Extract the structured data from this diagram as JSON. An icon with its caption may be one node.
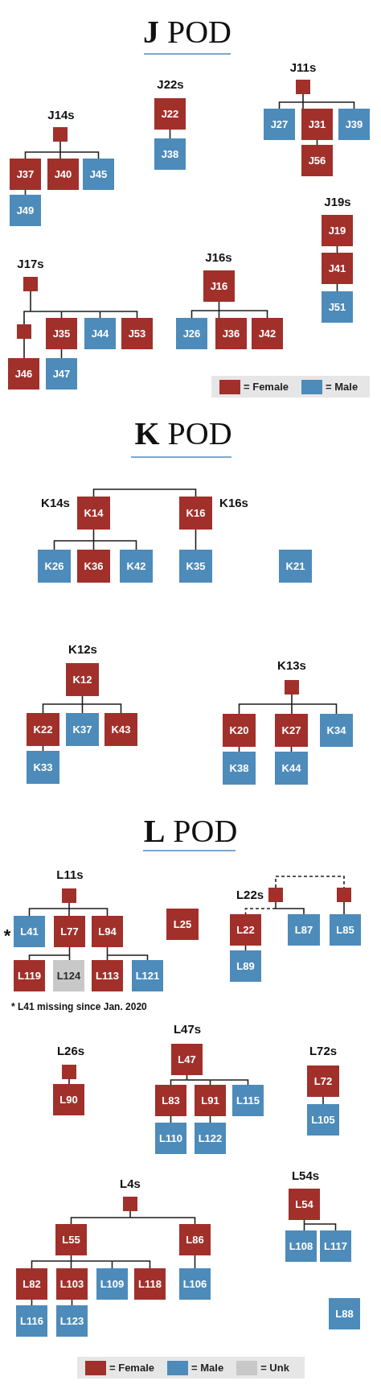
{
  "diagram": {
    "nodes": [
      {
        "text": [],
        "shape": "box",
        "beside": [
          "J14s"
        ]
      },
      {
        "text": [
          "J37"
        ]
      },
      {
        "text": [
          "J40"
        ]
      },
      {
        "text": [
          "J45"
        ]
      },
      {
        "text": [
          "J49"
        ]
      },
      {
        "text": [
          "J22"
        ],
        "beside": [
          "J22s"
        ]
      },
      {
        "text": [
          "J38"
        ]
      },
      {
        "text": [],
        "shape": "box",
        "beside": [
          "J11s"
        ]
      },
      {
        "text": [
          "J27"
        ]
      },
      {
        "text": [
          "J31"
        ]
      },
      {
        "text": [
          "J39"
        ]
      },
      {
        "text": [
          "J56"
        ]
      },
      {
        "text": [
          "J19"
        ],
        "beside": [
          "J19s"
        ]
      },
      {
        "text": [
          "J41"
        ]
      },
      {
        "text": [
          "J51"
        ]
      },
      {
        "text": [],
        "shape": "box",
        "beside": [
          "J17s"
        ]
      },
      {
        "text": [],
        "shape": "box"
      },
      {
        "text": [
          "J35"
        ]
      },
      {
        "text": [
          "J44"
        ]
      },
      {
        "text": [
          "J53"
        ]
      },
      {
        "text": [
          "J46"
        ]
      },
      {
        "text": [
          "J47"
        ]
      },
      {
        "text": [
          "J16"
        ],
        "beside": [
          "J16s"
        ]
      },
      {
        "text": [
          "J26"
        ]
      },
      {
        "text": [
          "J36"
        ]
      },
      {
        "text": [
          "J42"
        ]
      },
      {
        "text": [
          "K14"
        ],
        "beside": [
          "K14s"
        ]
      },
      {
        "text": [
          "K16"
        ],
        "beside": [
          "K16s"
        ]
      },
      {
        "text": [
          "K26"
        ]
      },
      {
        "text": [
          "K36"
        ]
      },
      {
        "text": [
          "K42"
        ]
      },
      {
        "text": [
          "K35"
        ]
      },
      {
        "text": [
          "K21"
        ]
      },
      {
        "text": [
          "K12"
        ],
        "beside": [
          "K12s"
        ]
      },
      {
        "text": [
          "K22"
        ]
      },
      {
        "text": [
          "K37"
        ]
      },
      {
        "text": [
          "K43"
        ]
      },
      {
        "text": [
          "K33"
        ]
      },
      {
        "text": [],
        "shape": "box",
        "beside": [
          "K13s"
        ]
      },
      {
        "text": [
          "K20"
        ]
      },
      {
        "text": [
          "K27"
        ]
      },
      {
        "text": [
          "K34"
        ]
      },
      {
        "text": [
          "K38"
        ]
      },
      {
        "text": [
          "K44"
        ]
      },
      {
        "text": [],
        "shape": "box",
        "beside": [
          "L11s"
        ]
      },
      {
        "text": [
          "L41"
        ],
        "beside": [
          "*"
        ]
      },
      {
        "text": [
          "L77"
        ]
      },
      {
        "text": [
          "L94"
        ]
      },
      {
        "text": [
          "L119"
        ]
      },
      {
        "text": [
          "L124"
        ]
      },
      {
        "text": [
          "L113"
        ]
      },
      {
        "text": [
          "L121"
        ]
      },
      {
        "text": [
          "L25"
        ]
      },
      {
        "text": [],
        "shape": "box",
        "beside": [
          "L22s"
        ]
      },
      {
        "text": [],
        "shape": "box"
      },
      {
        "text": [
          "L22"
        ]
      },
      {
        "text": [
          "L87"
        ]
      },
      {
        "text": [
          "L85"
        ]
      },
      {
        "text": [
          "L89"
        ]
      },
      {
        "text": [],
        "shape": "box",
        "beside": [
          "L26s"
        ]
      },
      {
        "text": [
          "L90"
        ]
      },
      {
        "text": [
          "L47"
        ],
        "beside": [
          "L47s"
        ]
      },
      {
        "text": [
          "L83"
        ]
      },
      {
        "text": [
          "L91"
        ]
      },
      {
        "text": [
          "L115"
        ]
      },
      {
        "text": [
          "L110"
        ]
      },
      {
        "text": [
          "L122"
        ]
      },
      {
        "text": [
          "L72"
        ],
        "beside": [
          "L72s"
        ]
      },
      {
        "text": [
          "L105"
        ]
      },
      {
        "text": [],
        "shape": "box",
        "beside": [
          "L4s"
        ]
      },
      {
        "text": [
          "L55"
        ]
      },
      {
        "text": [
          "L86"
        ]
      },
      {
        "text": [
          "L82"
        ]
      },
      {
        "text": [
          "L103"
        ]
      },
      {
        "text": [
          "L109"
        ]
      },
      {
        "text": [
          "L118"
        ]
      },
      {
        "text": [
          "L106"
        ]
      },
      {
        "text": [
          "L116"
        ]
      },
      {
        "text": [
          "L123"
        ]
      },
      {
        "text": [
          "L54"
        ],
        "beside": [
          "L54s"
        ]
      },
      {
        "text": [
          "L108"
        ]
      },
      {
        "text": [
          "L117"
        ]
      },
      {
        "text": [
          "L88"
        ]
      }
    ],
    "edges": [
      {
        "from": 0,
        "to": 1,
        "arrow": "none"
      },
      {
        "from": 0,
        "to": 2,
        "arrow": "none"
      },
      {
        "from": 0,
        "to": 3,
        "arrow": "none"
      },
      {
        "from": 1,
        "to": 4,
        "arrow": "none"
      },
      {
        "from": 5,
        "to": 6,
        "arrow": "none"
      },
      {
        "from": 7,
        "to": 8,
        "arrow": "none"
      },
      {
        "from": 7,
        "to": 9,
        "arrow": "none"
      },
      {
        "from": 7,
        "to": 10,
        "arrow": "none"
      },
      {
        "from": 9,
        "to": 11,
        "arrow": "none"
      },
      {
        "from": 12,
        "to": 13,
        "arrow": "none"
      },
      {
        "from": 13,
        "to": 14,
        "arrow": "none"
      },
      {
        "from": 15,
        "to": 16,
        "arrow": "none"
      },
      {
        "from": 15,
        "to": 17,
        "arrow": "none"
      },
      {
        "from": 15,
        "to": 18,
        "arrow": "none"
      },
      {
        "from": 15,
        "to": 19,
        "arrow": "none"
      },
      {
        "from": 16,
        "to": 20,
        "arrow": "none"
      },
      {
        "from": 17,
        "to": 21,
        "arrow": "none"
      },
      {
        "from": 22,
        "to": 23,
        "arrow": "none"
      },
      {
        "from": 22,
        "to": 24,
        "arrow": "none"
      },
      {
        "from": 22,
        "to": 25,
        "arrow": "none"
      },
      {
        "from": 26,
        "to": 27,
        "arrow": "none"
      },
      {
        "from": 26,
        "to": 28,
        "arrow": "none"
      },
      {
        "from": 26,
        "to": 29,
        "arrow": "none"
      },
      {
        "from": 26,
        "to": 30,
        "arrow": "none"
      },
      {
        "from": 27,
        "to": 31,
        "arrow": "none"
      },
      {
        "from": 33,
        "to": 34,
        "arrow": "none"
      },
      {
        "from": 33,
        "to": 35,
        "arrow": "none"
      },
      {
        "from": 33,
        "to": 36,
        "arrow": "none"
      },
      {
        "from": 34,
        "to": 37,
        "arrow": "none"
      },
      {
        "from": 38,
        "to": 39,
        "arrow": "none"
      },
      {
        "from": 38,
        "to": 40,
        "arrow": "none"
      },
      {
        "from": 38,
        "to": 41,
        "arrow": "none"
      },
      {
        "from": 39,
        "to": 42,
        "arrow": "none"
      },
      {
        "from": 40,
        "to": 43,
        "arrow": "none"
      },
      {
        "from": 44,
        "to": 45,
        "arrow": "none"
      },
      {
        "from": 44,
        "to": 46,
        "arrow": "none"
      },
      {
        "from": 44,
        "to": 47,
        "arrow": "none"
      },
      {
        "from": 46,
        "to": 48,
        "arrow": "none"
      },
      {
        "from": 46,
        "to": 49,
        "arrow": "none"
      },
      {
        "from": 47,
        "to": 50,
        "arrow": "none"
      },
      {
        "from": 47,
        "to": 51,
        "arrow": "none"
      },
      {
        "from": 53,
        "to": 54,
        "arrow": "none",
        "style": "dashed"
      },
      {
        "from": 53,
        "to": 55,
        "arrow": "none",
        "style": "dashed"
      },
      {
        "from": 53,
        "to": 56,
        "arrow": "none"
      },
      {
        "from": 54,
        "to": 57,
        "arrow": "none"
      },
      {
        "from": 55,
        "to": 58,
        "arrow": "none"
      },
      {
        "from": 59,
        "to": 60,
        "arrow": "none"
      },
      {
        "from": 61,
        "to": 62,
        "arrow": "none"
      },
      {
        "from": 61,
        "to": 63,
        "arrow": "none"
      },
      {
        "from": 61,
        "to": 64,
        "arrow": "none"
      },
      {
        "from": 62,
        "to": 65,
        "arrow": "none"
      },
      {
        "from": 63,
        "to": 66,
        "arrow": "none"
      },
      {
        "from": 67,
        "to": 68,
        "arrow": "none"
      },
      {
        "from": 69,
        "to": 70,
        "arrow": "none"
      },
      {
        "from": 69,
        "to": 71,
        "arrow": "none"
      },
      {
        "from": 70,
        "to": 72,
        "arrow": "none"
      },
      {
        "from": 70,
        "to": 73,
        "arrow": "none"
      },
      {
        "from": 70,
        "to": 74,
        "arrow": "none"
      },
      {
        "from": 70,
        "to": 75,
        "arrow": "none"
      },
      {
        "from": 71,
        "to": 76,
        "arrow": "none"
      },
      {
        "from": 72,
        "to": 77,
        "arrow": "none"
      },
      {
        "from": 73,
        "to": 78,
        "arrow": "none"
      },
      {
        "from": 79,
        "to": 80,
        "arrow": "none"
      },
      {
        "from": 79,
        "to": 81,
        "arrow": "none"
      }
    ],
    "labels": [
      "**J** POD",
      "**K** POD",
      "**L** POD",
      "* L41 missing since Jan. 2020"
    ],
    "legend": [
      {
        "text": "= Female",
        "color": "#a1302b"
      },
      {
        "text": "= Male",
        "color": "#4d8bba"
      },
      {
        "text": "= Female",
        "color": "#a1302b"
      },
      {
        "text": "= Male",
        "color": "#4d8bba"
      },
      {
        "text": "= Unk",
        "color": "#c8c8c8"
      }
    ]
  }
}
